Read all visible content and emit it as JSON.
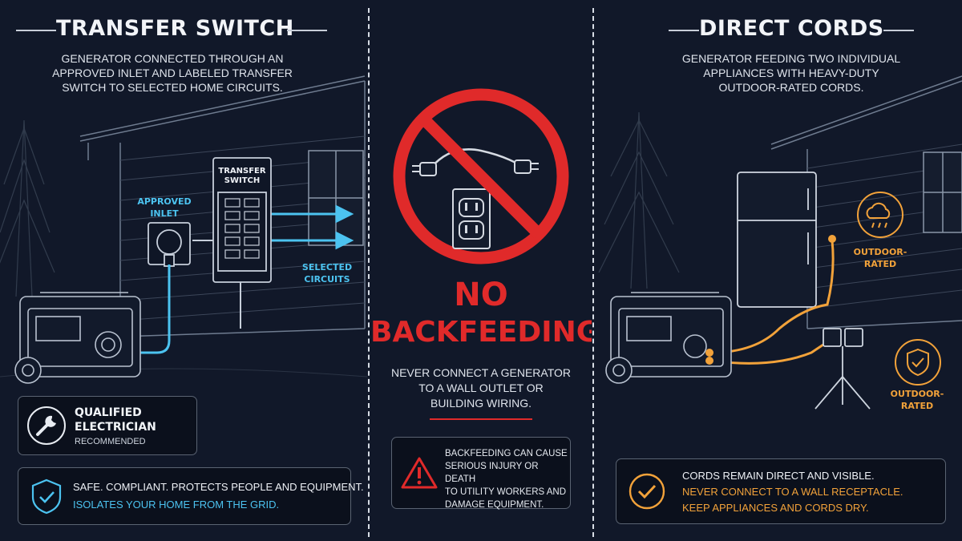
{
  "left": {
    "title": "TRANSFER SWITCH",
    "subtitle_lines": [
      "GENERATOR CONNECTED THROUGH AN",
      "APPROVED INLET AND LABELED TRANSFER",
      "SWITCH TO SELECTED HOME CIRCUITS."
    ],
    "switch_label_lines": [
      "TRANSFER",
      "SWITCH"
    ],
    "inlet_label_lines": [
      "APPROVED",
      "INLET"
    ],
    "circuits_label_lines": [
      "SELECTED",
      "CIRCUITS"
    ],
    "electrician_card": {
      "line1": "QUALIFIED",
      "line2": "ELECTRICIAN",
      "line3": "RECOMMENDED",
      "icon": "wrench-icon"
    },
    "safety_card": {
      "line1": "SAFE. COMPLIANT. PROTECTS PEOPLE AND EQUIPMENT.",
      "line2": "ISOLATES YOUR HOME FROM THE GRID.",
      "icon": "shield-check-icon"
    }
  },
  "center": {
    "title_line1": "NO",
    "title_line2": "BACKFEEDING",
    "desc_lines": [
      "NEVER CONNECT A GENERATOR",
      "TO A WALL OUTLET OR",
      "BUILDING WIRING."
    ],
    "warning_card": {
      "lines": [
        "BACKFEEDING CAN CAUSE",
        "SERIOUS INJURY OR DEATH",
        "TO UTILITY WORKERS AND",
        "DAMAGE EQUIPMENT."
      ],
      "icon": "warning-triangle-icon"
    },
    "icon": "no-backfeed-icon"
  },
  "right": {
    "title": "DIRECT CORDS",
    "subtitle_lines": [
      "GENERATOR FEEDING TWO INDIVIDUAL",
      "APPLIANCES WITH HEAVY-DUTY",
      "OUTDOOR-RATED CORDS."
    ],
    "badge1_lines": [
      "OUTDOOR-",
      "RATED"
    ],
    "badge2_lines": [
      "OUTDOOR-",
      "RATED"
    ],
    "info_card": {
      "line1": "CORDS REMAIN DIRECT AND VISIBLE.",
      "line2": "NEVER CONNECT TO A WALL RECEPTACLE.",
      "line3": "KEEP APPLIANCES AND CORDS DRY.",
      "icon": "check-circle-icon"
    }
  },
  "colors": {
    "accent_blue": "#4cc3f0",
    "accent_red": "#e02a2a",
    "accent_orange": "#f2a23a",
    "background": "#111829"
  }
}
